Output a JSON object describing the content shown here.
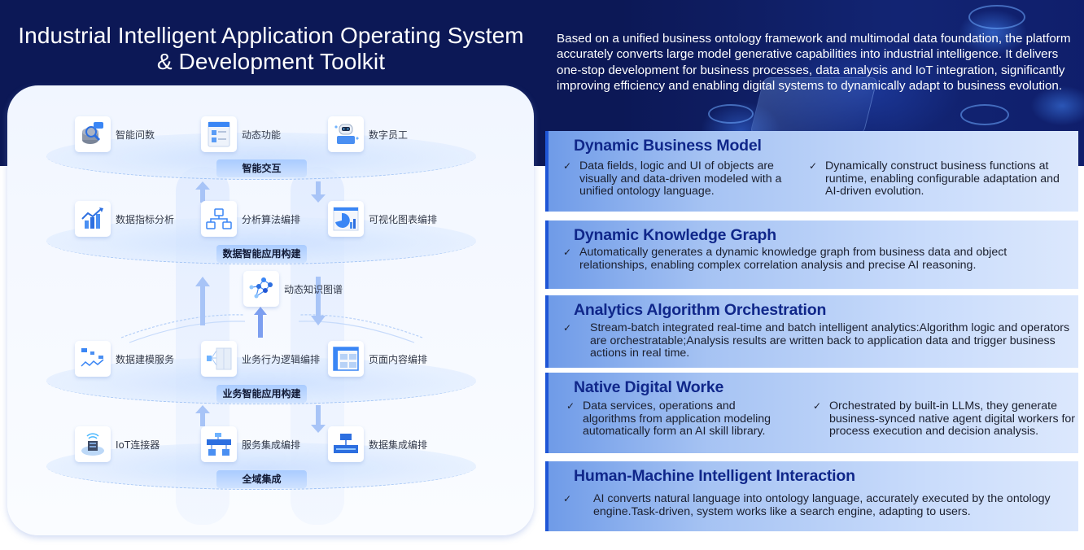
{
  "header": {
    "title": "Industrial Intelligent Application Operating System & Development Toolkit",
    "intro": "Based on a unified business ontology framework and multimodal data foundation, the platform accurately converts large model generative capabilities into industrial intelligence. It delivers one-stop development for business processes, data analysis and IoT integration, significantly improving efficiency and enabling digital systems to dynamically adapt to business evolution."
  },
  "architecture": {
    "layers": [
      {
        "label": "智能交互",
        "nodes": [
          {
            "label": "智能问数",
            "icon": "database-search-icon"
          },
          {
            "label": "动态功能",
            "icon": "dynamic-form-icon"
          },
          {
            "label": "数字员工",
            "icon": "robot-icon"
          }
        ]
      },
      {
        "label": "数据智能应用构建",
        "nodes": [
          {
            "label": "数据指标分析",
            "icon": "bar-trend-chart-icon"
          },
          {
            "label": "分析算法编排",
            "icon": "flow-diagram-icon"
          },
          {
            "label": "可视化图表编排",
            "icon": "pie-chart-dashboard-icon"
          }
        ]
      },
      {
        "label": "业务智能应用构建",
        "nodes": [
          {
            "label": "数据建模服务",
            "icon": "data-modeling-icon"
          },
          {
            "label": "业务行为逻辑编排",
            "icon": "logic-orchestration-icon"
          },
          {
            "label": "页面内容编排",
            "icon": "page-layout-icon"
          }
        ]
      },
      {
        "label": "全域集成",
        "nodes": [
          {
            "label": "IoT连接器",
            "icon": "iot-cloud-icon"
          },
          {
            "label": "服务集成编排",
            "icon": "service-integration-icon"
          },
          {
            "label": "数据集成编排",
            "icon": "etl-integration-icon"
          }
        ]
      }
    ],
    "center_node": {
      "label": "动态知识图谱",
      "icon": "knowledge-graph-icon"
    }
  },
  "features": [
    {
      "title": "Dynamic Business Model",
      "bullets": [
        "Data fields, logic and UI of objects are visually and data-driven modeled with a unified ontology language.",
        "Dynamically construct business functions at runtime, enabling configurable adaptation and AI-driven evolution."
      ]
    },
    {
      "title": "Dynamic Knowledge Graph",
      "bullets": [
        "Automatically generates a dynamic knowledge graph from business data and object relationships, enabling complex correlation analysis and precise AI reasoning."
      ]
    },
    {
      "title": "Analytics Algorithm Orchestration",
      "bullets": [
        "Stream-batch integrated real-time and batch intelligent analytics:Algorithm logic and operators are orchestratable;Analysis results are written back to application data and trigger business actions in real time."
      ]
    },
    {
      "title": "Native Digital Worke",
      "bullets": [
        "Data services, operations and algorithms from application modeling automatically form an AI skill library.",
        "Orchestrated by built-in LLMs, they generate business-synced native agent digital workers for process execution and decision analysis."
      ]
    },
    {
      "title": "Human-Machine Intelligent Interaction",
      "bullets": [
        "AI converts natural language into ontology language, accurately executed by the ontology engine.Task-driven, system works like a search engine, adapting to users."
      ]
    }
  ],
  "check_glyph": "✓",
  "colors": {
    "header_band": "#0c1856",
    "card_accent": "#1f56d6",
    "card_title": "#10278a",
    "layer_label_bg": "#a9cbff",
    "arrow": "#8fb2f5"
  }
}
